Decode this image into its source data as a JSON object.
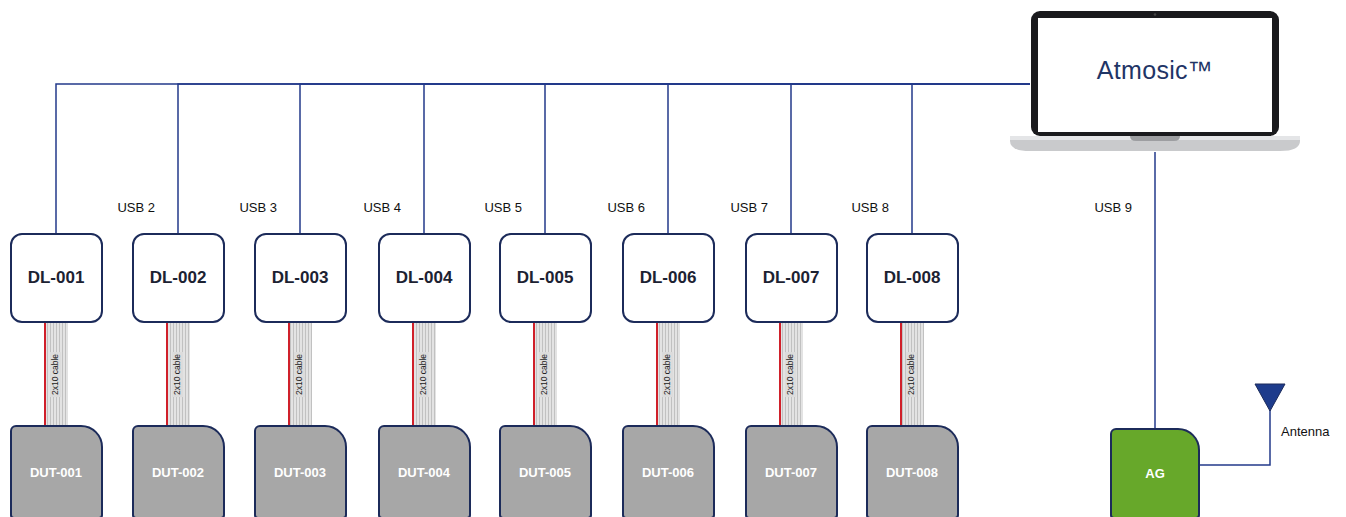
{
  "diagram": {
    "nodes": [
      {
        "text": [
          "Atmosic™"
        ]
      },
      {
        "text": [
          "DL-001"
        ]
      },
      {
        "text": [
          "DL-002"
        ]
      },
      {
        "text": [
          "DL-003"
        ]
      },
      {
        "text": [
          "DL-004"
        ]
      },
      {
        "text": [
          "DL-005"
        ]
      },
      {
        "text": [
          "DL-006"
        ]
      },
      {
        "text": [
          "DL-007"
        ]
      },
      {
        "text": [
          "DL-008"
        ]
      },
      {
        "text": [
          "DUT-001"
        ]
      },
      {
        "text": [
          "DUT-002"
        ]
      },
      {
        "text": [
          "DUT-003"
        ]
      },
      {
        "text": [
          "DUT-004"
        ]
      },
      {
        "text": [
          "DUT-005"
        ]
      },
      {
        "text": [
          "DUT-006"
        ]
      },
      {
        "text": [
          "DUT-007"
        ]
      },
      {
        "text": [
          "DUT-008"
        ]
      },
      {
        "text": [
          "AG"
        ]
      }
    ],
    "edges": [
      {
        "from": 0,
        "to": 1,
        "arrow": "none"
      },
      {
        "from": 0,
        "to": 2,
        "label": "USB 2",
        "arrow": "none"
      },
      {
        "from": 0,
        "to": 3,
        "label": "USB 3",
        "arrow": "none"
      },
      {
        "from": 0,
        "to": 4,
        "label": "USB 4",
        "arrow": "none"
      },
      {
        "from": 0,
        "to": 5,
        "label": "USB 5",
        "arrow": "none"
      },
      {
        "from": 0,
        "to": 6,
        "label": "USB 6",
        "arrow": "none"
      },
      {
        "from": 0,
        "to": 7,
        "label": "USB 7",
        "arrow": "none"
      },
      {
        "from": 0,
        "to": 8,
        "label": "USB 8",
        "arrow": "none"
      },
      {
        "from": 1,
        "to": 9,
        "label": "2x10 cable",
        "arrow": "none"
      },
      {
        "from": 2,
        "to": 10,
        "label": "2x10 cable",
        "arrow": "none"
      },
      {
        "from": 3,
        "to": 11,
        "label": "2x10 cable",
        "arrow": "none"
      },
      {
        "from": 4,
        "to": 12,
        "label": "2x10 cable",
        "arrow": "none"
      },
      {
        "from": 5,
        "to": 13,
        "label": "2x10 cable",
        "arrow": "none"
      },
      {
        "from": 6,
        "to": 14,
        "label": "2x10 cable",
        "arrow": "none"
      },
      {
        "from": 7,
        "to": 15,
        "label": "2x10 cable",
        "arrow": "none"
      },
      {
        "from": 8,
        "to": 16,
        "label": "2x10 cable",
        "arrow": "none"
      },
      {
        "from": 0,
        "to": 17,
        "label": "USB 9",
        "arrow": "none"
      }
    ],
    "labels": [
      "Antenna"
    ]
  }
}
